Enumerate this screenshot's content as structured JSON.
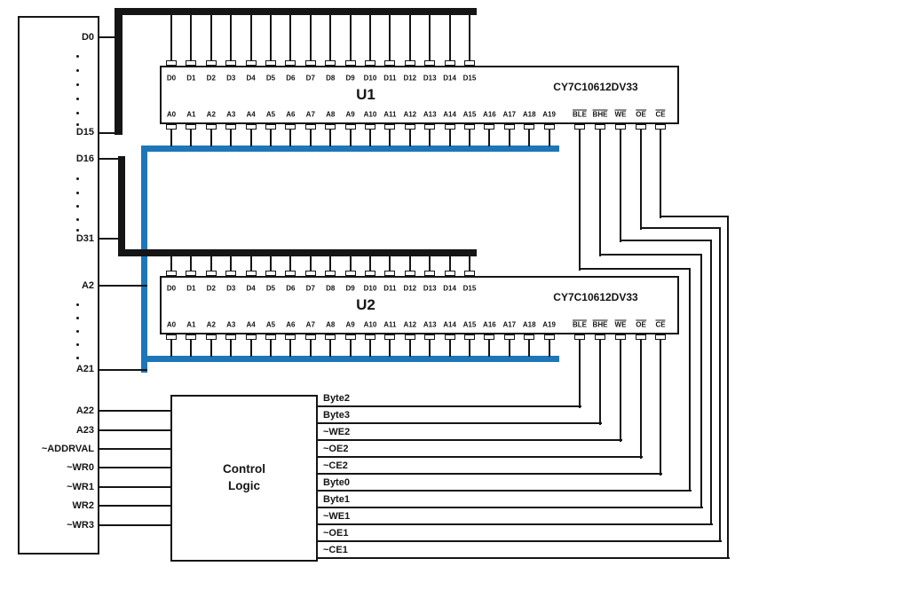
{
  "processor": {
    "pin_labels": [
      "D0",
      "D15",
      "D16",
      "D31",
      "A2",
      "A21",
      "A22",
      "A23",
      "~ADDRVAL",
      "~WR0",
      "~WR1",
      "WR2",
      "~WR3"
    ]
  },
  "chips": [
    {
      "ref": "U1",
      "part": "CY7C10612DV33",
      "data_pins": [
        "D0",
        "D1",
        "D2",
        "D3",
        "D4",
        "D5",
        "D6",
        "D7",
        "D8",
        "D9",
        "D10",
        "D11",
        "D12",
        "D13",
        "D14",
        "D15"
      ],
      "addr_pins": [
        "A0",
        "A1",
        "A2",
        "A3",
        "A4",
        "A5",
        "A6",
        "A7",
        "A8",
        "A9",
        "A10",
        "A11",
        "A12",
        "A13",
        "A14",
        "A15",
        "A16",
        "A17",
        "A18",
        "A19"
      ],
      "ctrl_pins": [
        "BLE",
        "BHE",
        "WE",
        "OE",
        "CE"
      ]
    },
    {
      "ref": "U2",
      "part": "CY7C10612DV33",
      "data_pins": [
        "D0",
        "D1",
        "D2",
        "D3",
        "D4",
        "D5",
        "D6",
        "D7",
        "D8",
        "D9",
        "D10",
        "D11",
        "D12",
        "D13",
        "D14",
        "D15"
      ],
      "addr_pins": [
        "A0",
        "A1",
        "A2",
        "A3",
        "A4",
        "A5",
        "A6",
        "A7",
        "A8",
        "A9",
        "A10",
        "A11",
        "A12",
        "A13",
        "A14",
        "A15",
        "A16",
        "A17",
        "A18",
        "A19"
      ],
      "ctrl_pins": [
        "BLE",
        "BHE",
        "WE",
        "OE",
        "CE"
      ]
    }
  ],
  "control_logic": {
    "title": [
      "Control",
      "Logic"
    ],
    "outputs": [
      "Byte2",
      "Byte3",
      "~WE2",
      "~OE2",
      "~CE2",
      "Byte0",
      "Byte1",
      "~WE1",
      "~OE1",
      "~CE1"
    ]
  },
  "colors": {
    "wire": "#151515",
    "address_bus": "#1d76b8",
    "data_bus": "#0c0c0c"
  }
}
